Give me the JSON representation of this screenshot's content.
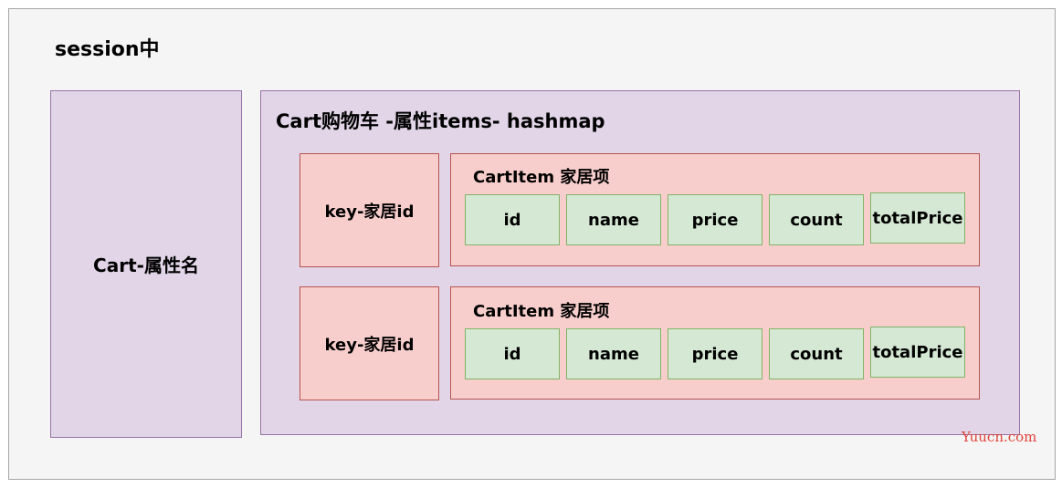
{
  "session_label": "session中",
  "cart_attr_label": "Cart-属性名",
  "hashmap_label": "Cart购物车 -属性items- hashmap",
  "entries": [
    {
      "key_label": "key-家居id",
      "item_label": "CartItem 家居项",
      "fields": [
        "id",
        "name",
        "price",
        "count",
        "totalPrice"
      ]
    },
    {
      "key_label": "key-家居id",
      "item_label": "CartItem 家居项",
      "fields": [
        "id",
        "name",
        "price",
        "count",
        "totalPrice"
      ]
    }
  ],
  "watermark": "Yuucn.com",
  "colors": {
    "background": "#f5f5f5",
    "purple_fill": "#e1d5e7",
    "purple_border": "#9673a6",
    "pink_fill": "#f8cecc",
    "pink_border": "#b85450",
    "green_fill": "#d5e8d4",
    "green_border": "#82b366",
    "watermark": "#e0443a"
  }
}
